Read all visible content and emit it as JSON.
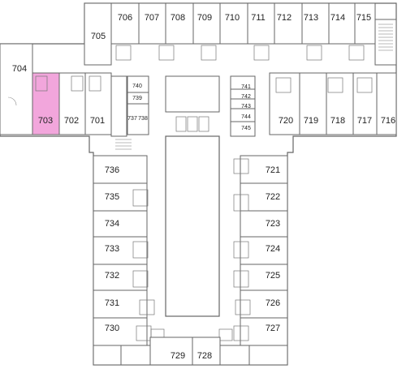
{
  "map": {
    "highlight_color": "#f2a6dc",
    "highlighted_room": "703",
    "rooms": {
      "r706": "706",
      "r707": "707",
      "r708": "708",
      "r709": "709",
      "r710": "710",
      "r711": "711",
      "r712": "712",
      "r713": "713",
      "r714": "714",
      "r715": "715",
      "r705": "705",
      "r704": "704",
      "r703": "703",
      "r702": "702",
      "r701": "701",
      "r740": "740",
      "r739": "739",
      "r737": "737",
      "r738": "738",
      "r741": "741",
      "r742": "742",
      "r743": "743",
      "r744": "744",
      "r745": "745",
      "r720": "720",
      "r719": "719",
      "r718": "718",
      "r717": "717",
      "r716": "716",
      "r736": "736",
      "r735": "735",
      "r734": "734",
      "r733": "733",
      "r732": "732",
      "r731": "731",
      "r730": "730",
      "r729": "729",
      "r728": "728",
      "r721": "721",
      "r722": "722",
      "r723": "723",
      "r724": "724",
      "r725": "725",
      "r726": "726",
      "r727": "727"
    }
  }
}
